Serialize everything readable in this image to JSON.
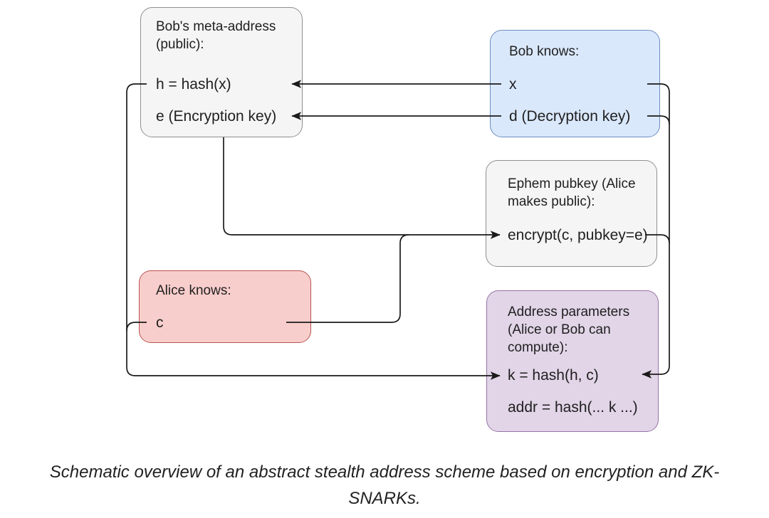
{
  "diagram": {
    "nodes": [
      {
        "id": "bob-meta-address",
        "title_lines": [
          "Bob's meta-address",
          "(public):"
        ],
        "items": [
          "h = hash(x)",
          "e (Encryption key)"
        ],
        "fill": "#f5f5f5",
        "border": "#8f8f8f"
      },
      {
        "id": "bob-knows",
        "title_lines": [
          "Bob knows:"
        ],
        "items": [
          "x",
          "d (Decryption key)"
        ],
        "fill": "#dae8fc",
        "border": "#6c8ebf"
      },
      {
        "id": "ephem-pubkey",
        "title_lines": [
          "Ephem pubkey (Alice",
          "makes public):"
        ],
        "items": [
          "encrypt(c, pubkey=e)"
        ],
        "fill": "#f5f5f5",
        "border": "#8f8f8f"
      },
      {
        "id": "alice-knows",
        "title_lines": [
          "Alice knows:"
        ],
        "items": [
          "c"
        ],
        "fill": "#f8cecc",
        "border": "#b85450"
      },
      {
        "id": "address-parameters",
        "title_lines": [
          "Address parameters",
          "(Alice or Bob can",
          "compute):"
        ],
        "items": [
          "k = hash(h, c)",
          "addr = hash(... k ...)"
        ],
        "fill": "#e1d5e7",
        "border": "#9673a6"
      }
    ],
    "edges": [
      {
        "from": "x",
        "to": "h = hash(x)"
      },
      {
        "from": "d (Decryption key)",
        "to": "e (Encryption key)"
      },
      {
        "from": "e (Encryption key)",
        "to": "encrypt(c, pubkey=e)"
      },
      {
        "from": "c",
        "to": "encrypt(c, pubkey=e)"
      },
      {
        "from": "h = hash(x)",
        "to": "k = hash(h, c)"
      },
      {
        "from": "c",
        "to": "k = hash(h, c)"
      },
      {
        "from": "x",
        "to": "k = hash(h, c)"
      },
      {
        "from": "d (Decryption key)",
        "to": "k = hash(h, c)"
      },
      {
        "from": "encrypt(c, pubkey=e)",
        "to": "k = hash(h, c)"
      }
    ],
    "edge_color": "#1a1a1a"
  },
  "caption": {
    "lines": [
      "Schematic overview of an abstract stealth address scheme based on encryption and ZK-",
      "SNARKs."
    ]
  }
}
